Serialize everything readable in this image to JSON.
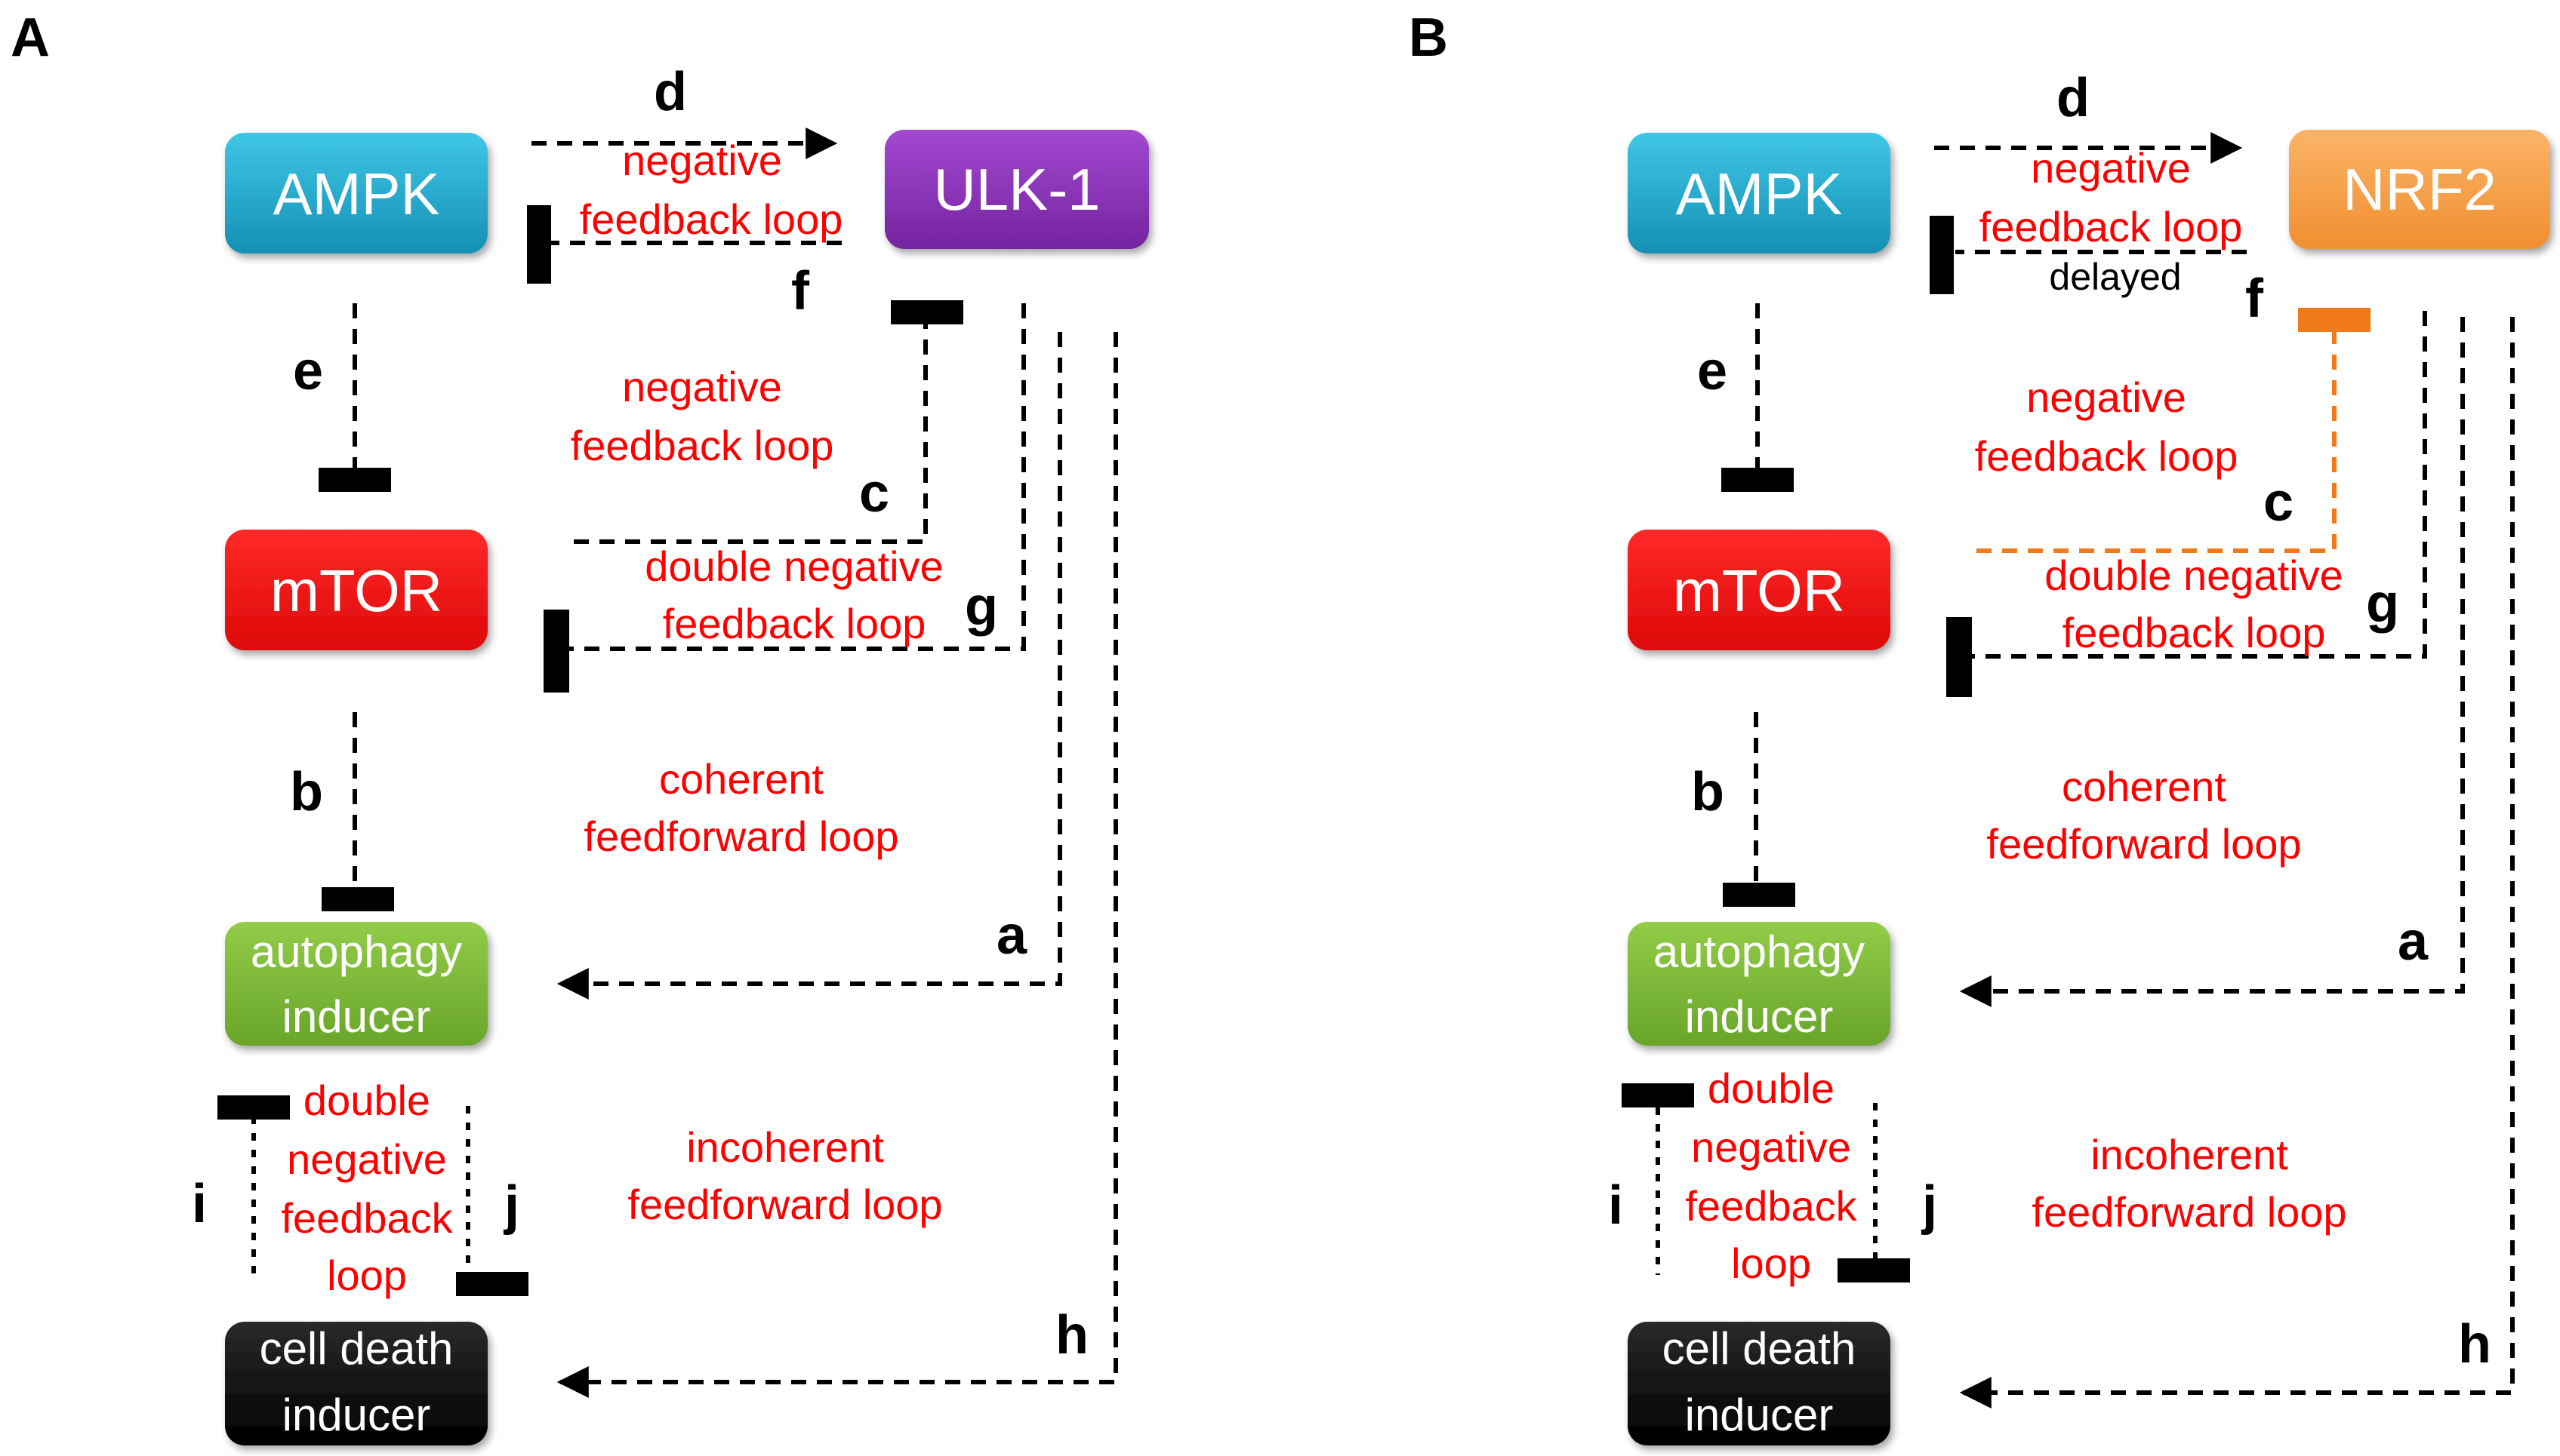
{
  "panels": {
    "a": {
      "letter": "A",
      "nodes": {
        "ampk": "AMPK",
        "ulk1": "ULK-1",
        "mtor": "mTOR",
        "autophagy": [
          "autophagy",
          "inducer"
        ],
        "celldeath": [
          "cell death",
          "inducer"
        ]
      },
      "edges": {
        "d": "d",
        "f": "f",
        "e": "e",
        "c": "c",
        "g": "g",
        "b": "b",
        "a": "a",
        "i": "i",
        "j": "j",
        "h": "h"
      },
      "loops": {
        "top": [
          "negative",
          "feedback loop"
        ],
        "middle": [
          "negative",
          "feedback loop"
        ],
        "double": [
          "double negative",
          "feedback loop"
        ],
        "coherent": [
          "coherent",
          "feedforward loop"
        ],
        "incoherent": [
          "incoherent",
          "feedforward loop"
        ],
        "bottom_double": [
          "double",
          "negative",
          "feedback",
          "loop"
        ]
      }
    },
    "b": {
      "letter": "B",
      "nodes": {
        "ampk": "AMPK",
        "nrf2": "NRF2",
        "mtor": "mTOR",
        "autophagy": [
          "autophagy",
          "inducer"
        ],
        "celldeath": [
          "cell death",
          "inducer"
        ]
      },
      "edges": {
        "d": "d",
        "f": "f",
        "e": "e",
        "c": "c",
        "g": "g",
        "b": "b",
        "a": "a",
        "i": "i",
        "j": "j",
        "h": "h"
      },
      "delayed": "delayed",
      "loops": {
        "top": [
          "negative",
          "feedback loop"
        ],
        "middle": [
          "negative",
          "feedback loop"
        ],
        "double": [
          "double negative",
          "feedback loop"
        ],
        "coherent": [
          "coherent",
          "feedforward loop"
        ],
        "incoherent": [
          "incoherent",
          "feedforward loop"
        ],
        "bottom_double": [
          "double",
          "negative",
          "feedback",
          "loop"
        ]
      }
    }
  },
  "colors": {
    "ampk": "#1ba8cc",
    "ulk1": "#8a2fb8",
    "nrf2": "#f7a04a",
    "mtor": "#ee1111",
    "autophagy": "#7ab832",
    "celldeath": "#000000",
    "orange_inhibit": "#f07a1a",
    "loop_text": "#ff0000"
  }
}
